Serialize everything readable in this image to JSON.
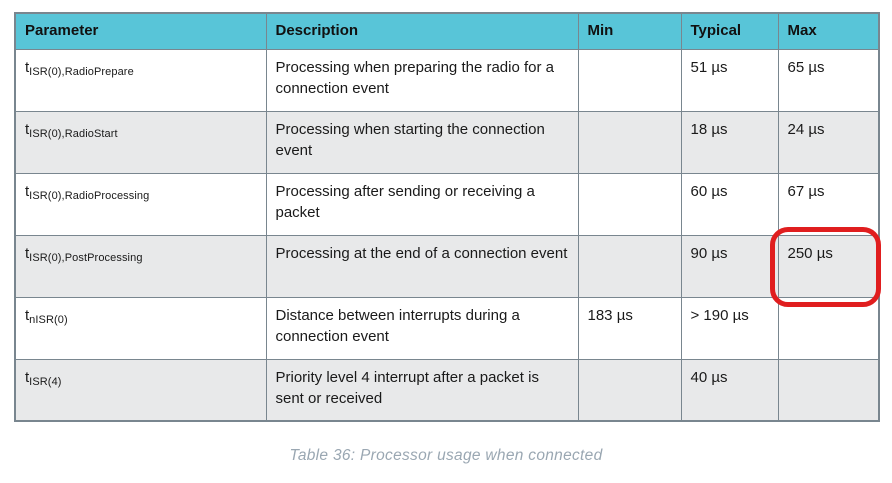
{
  "table": {
    "caption": "Table 36: Processor usage when connected",
    "columns": [
      "Parameter",
      "Description",
      "Min",
      "Typical",
      "Max"
    ],
    "rows": [
      {
        "param_base": "t",
        "param_sub": "ISR(0),RadioPrepare",
        "description": "Processing when preparing the radio for a connection event",
        "min": "",
        "typical": "51 µs",
        "max": "65 µs",
        "max_highlighted": false
      },
      {
        "param_base": "t",
        "param_sub": "ISR(0),RadioStart",
        "description": "Processing when starting the connection event",
        "min": "",
        "typical": "18 µs",
        "max": "24 µs",
        "max_highlighted": false
      },
      {
        "param_base": "t",
        "param_sub": "ISR(0),RadioProcessing",
        "description": "Processing after sending or receiving a packet",
        "min": "",
        "typical": "60 µs",
        "max": "67 µs",
        "max_highlighted": false
      },
      {
        "param_base": "t",
        "param_sub": "ISR(0),PostProcessing",
        "description": "Processing at the end of a connection event",
        "min": "",
        "typical": "90 µs",
        "max": "250 µs",
        "max_highlighted": true
      },
      {
        "param_base": "t",
        "param_sub": "nISR(0)",
        "description": "Distance between interrupts during a connection event",
        "min": "183 µs",
        "typical": "> 190 µs",
        "max": "",
        "max_highlighted": false
      },
      {
        "param_base": "t",
        "param_sub": "ISR(4)",
        "description": "Priority level 4 interrupt after a packet is sent or received",
        "min": "",
        "typical": "40 µs",
        "max": "",
        "max_highlighted": false
      }
    ]
  },
  "annotation": {
    "shape": "red-rounded-rectangle",
    "highlighted_value": "250 µs",
    "highlighted_cell": "row-4-max",
    "color": "#e01e1f"
  },
  "colors": {
    "header_bg": "#58c5d8",
    "row_alt_bg": "#e8e9ea",
    "border": "#79868f",
    "caption_text": "#9aa7b2"
  }
}
